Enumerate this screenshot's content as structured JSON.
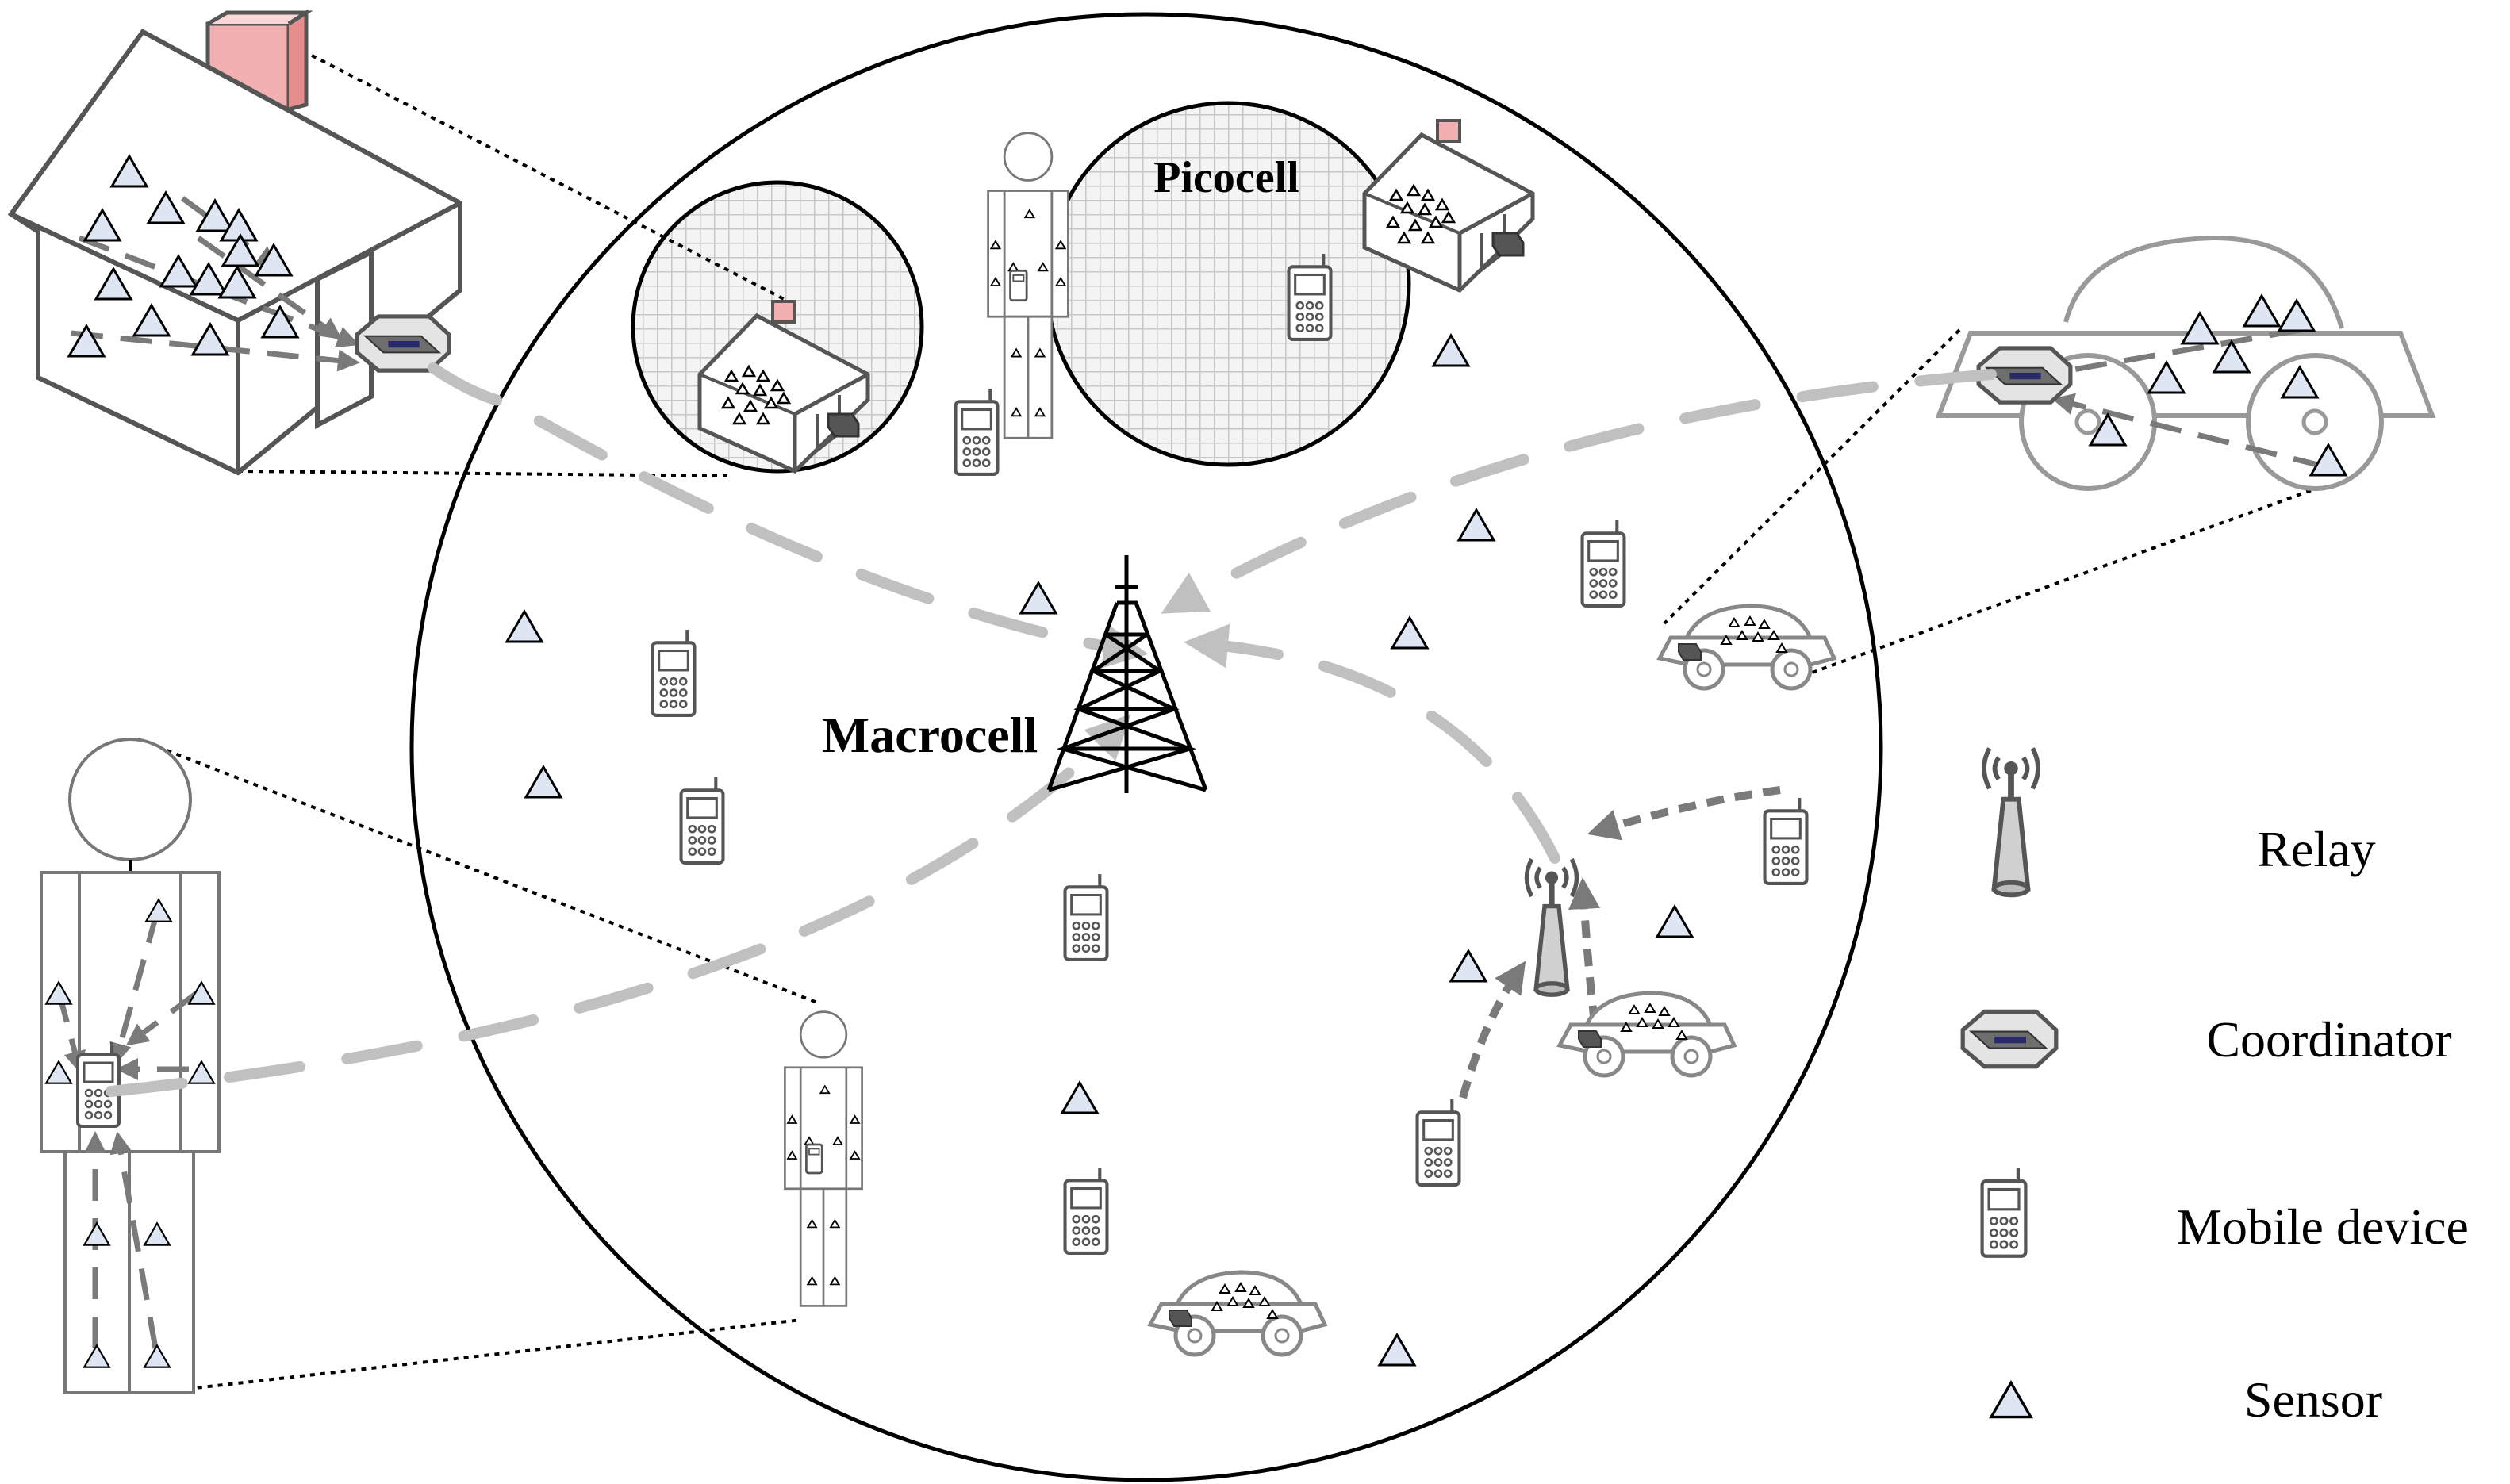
{
  "cells": {
    "macro_label": "Macrocell",
    "pico_label": "Picocell"
  },
  "legend": [
    {
      "icon": "relay-icon",
      "label": "Relay"
    },
    {
      "icon": "coordinator-icon",
      "label": "Coordinator"
    },
    {
      "icon": "mobile-device-icon",
      "label": "Mobile device"
    },
    {
      "icon": "sensor-icon",
      "label": "Sensor"
    }
  ],
  "colors": {
    "link_light": "#c0c0c0",
    "link_dark": "#808080",
    "house_roof": "#e8a0a0",
    "sensor_fill": "#dde6f2",
    "outline": "#000000"
  }
}
